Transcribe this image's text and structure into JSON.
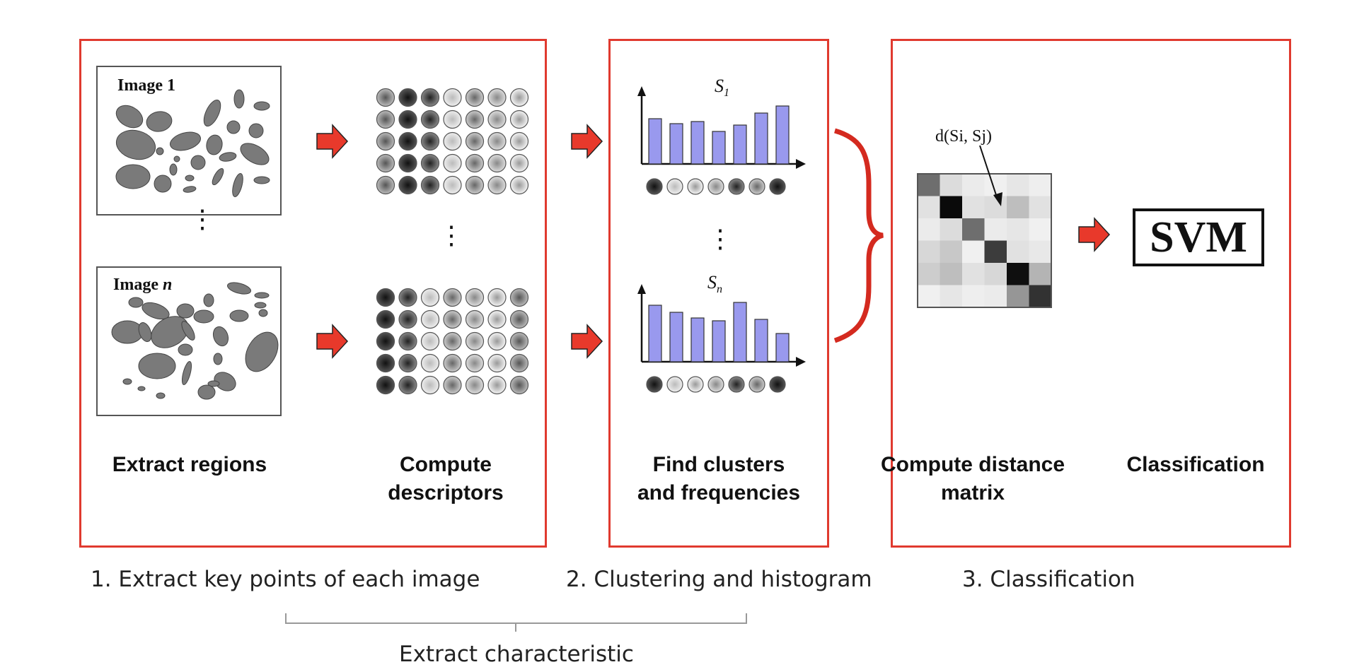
{
  "steps": {
    "extract_regions": "Extract regions",
    "compute_descriptors": "Compute\ndescriptors",
    "find_clusters": "Find clusters\nand frequencies",
    "compute_distance": "Compute distance\nmatrix",
    "classification": "Classification"
  },
  "images": {
    "first_title": "Image 1",
    "last_title_prefix": "Image",
    "last_title_var": "n"
  },
  "histograms": {
    "first_label": "S",
    "first_sub": "1",
    "last_label": "S",
    "last_sub": "n",
    "first_bars": [
      0.64,
      0.57,
      0.6,
      0.46,
      0.55,
      0.72,
      0.82
    ],
    "last_bars": [
      0.8,
      0.7,
      0.62,
      0.58,
      0.84,
      0.6,
      0.4
    ]
  },
  "distance_label": "d(Si, Sj)",
  "classifier": "SVM",
  "phases": {
    "phase1": "1. Extract key points of each image",
    "phase2": "2. Clustering and histogram",
    "phase3": "3. Classification",
    "bracket": "Extract characteristic"
  },
  "colors": {
    "frame": "#e03a2f",
    "arrow": "#e8392b",
    "bar": "#9999ee",
    "brace": "#d42a1f"
  }
}
